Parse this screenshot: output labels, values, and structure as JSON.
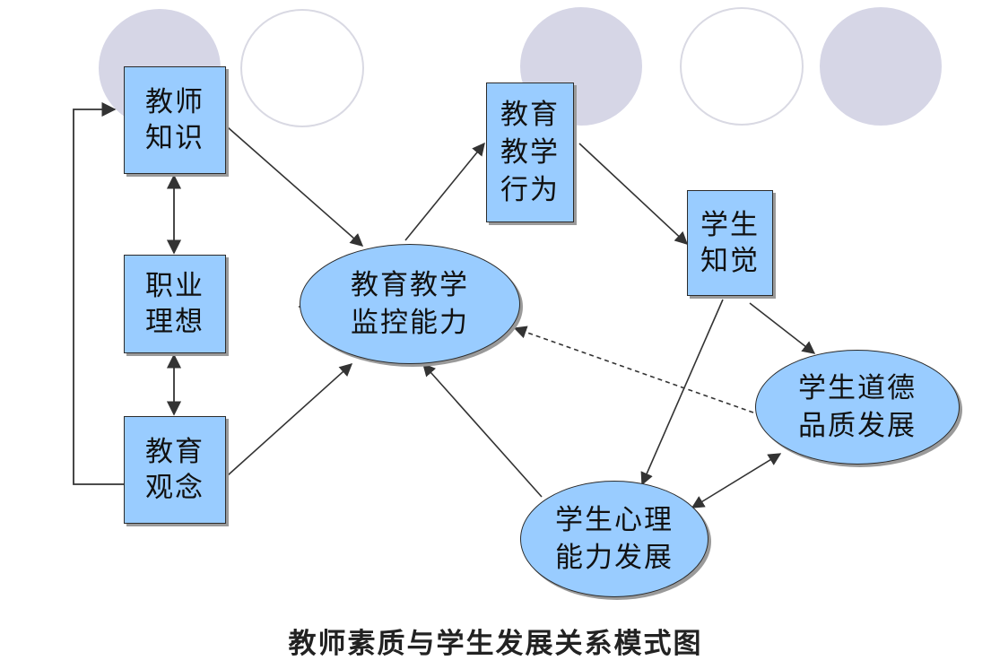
{
  "nodes": {
    "teacher_knowledge": "教师\n知识",
    "career_ideal": "职业\n理想",
    "education_concept": "教育\n观念",
    "monitoring_ability": "教育教学\n监控能力",
    "teaching_behavior": "教育\n教学\n行为",
    "student_perception": "学生\n知觉",
    "moral_development": "学生道德\n品质发展",
    "psych_development": "学生心理\n能力发展"
  },
  "caption": "教师素质与学生发展关系模式图",
  "colors": {
    "node_fill": "#99ccff",
    "node_border": "#2b2b2b",
    "decor_circle": "#d6d6e6",
    "arrow": "#333333"
  }
}
